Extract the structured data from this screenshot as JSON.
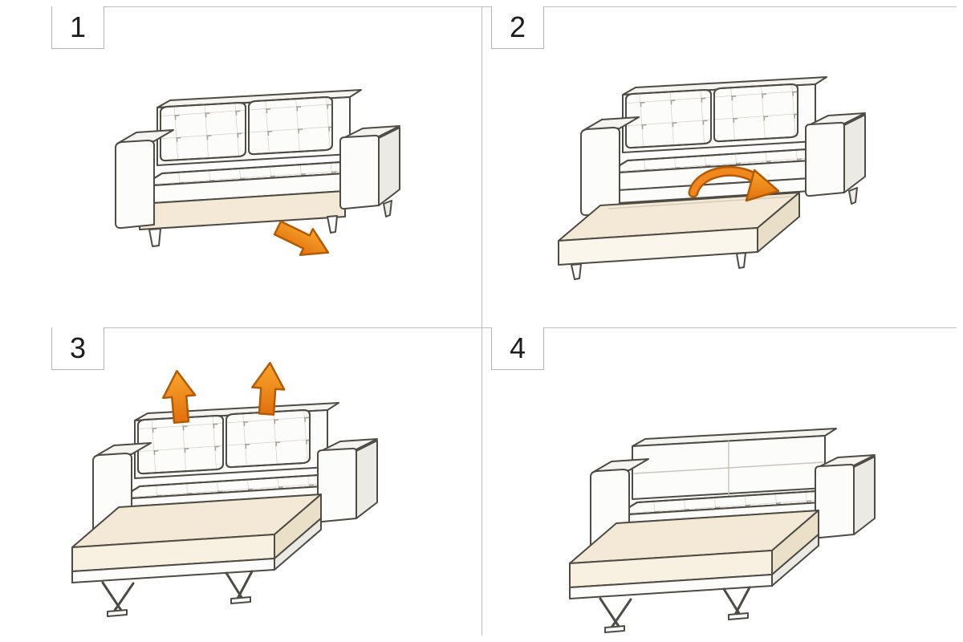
{
  "page": {
    "background": "#ffffff",
    "divider_color": "#bdbdbd",
    "number_color": "#1d1d1d"
  },
  "colors": {
    "outline": "#4e4a44",
    "sofa_fill": "#fcfcfb",
    "sofa_top": "#f5f4f1",
    "sofa_side": "#eceae5",
    "base_cream": "#f3e9d6",
    "mattress_front": "#f8f1e2",
    "arrow_orange": "#ef8018",
    "arrow_orange_dark": "#b45a05"
  },
  "steps": [
    {
      "number": "1",
      "illustration": "sofa-closed",
      "arrow_icon": "pull-out-arrow"
    },
    {
      "number": "2",
      "illustration": "sofa-drawer-extended",
      "arrow_icon": "flip-arrow"
    },
    {
      "number": "3",
      "illustration": "sofa-bed-extended",
      "arrow_icon": "lift-cushions-arrows"
    },
    {
      "number": "4",
      "illustration": "sofa-bed-ready",
      "arrow_icon": "none"
    }
  ]
}
